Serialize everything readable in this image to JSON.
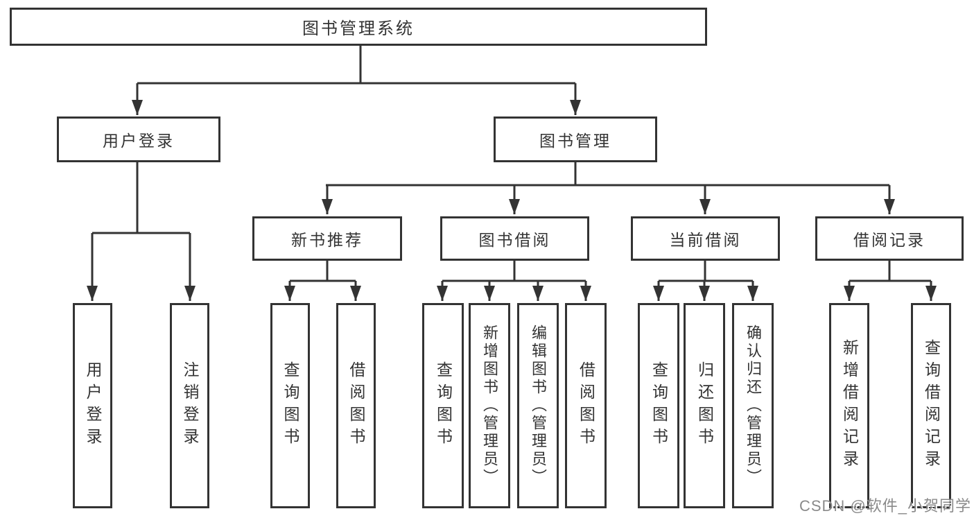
{
  "style": {
    "line_color": "#333333",
    "box_border_color": "#333333",
    "box_background": "#ffffff",
    "text_color": "#333333",
    "watermark_color": "#8a8a8a"
  },
  "tree": {
    "label": "图书管理系统",
    "children": [
      {
        "label": "用户登录",
        "children": [
          {
            "label": "用户登录"
          },
          {
            "label": "注销登录"
          }
        ]
      },
      {
        "label": "图书管理",
        "children": [
          {
            "label": "新书推荐",
            "children": [
              {
                "label": "查询图书"
              },
              {
                "label": "借阅图书"
              }
            ]
          },
          {
            "label": "图书借阅",
            "children": [
              {
                "label": "查询图书"
              },
              {
                "label": "新增图书（管理员）"
              },
              {
                "label": "编辑图书（管理员）"
              },
              {
                "label": "借阅图书"
              }
            ]
          },
          {
            "label": "当前借阅",
            "children": [
              {
                "label": "查询图书"
              },
              {
                "label": "归还图书"
              },
              {
                "label": "确认归还（管理员）"
              }
            ]
          },
          {
            "label": "借阅记录",
            "children": [
              {
                "label": "新增借阅记录"
              },
              {
                "label": "查询借阅记录"
              }
            ]
          }
        ]
      }
    ]
  },
  "watermark": {
    "text": "CSDN @软件_小贺同学"
  }
}
